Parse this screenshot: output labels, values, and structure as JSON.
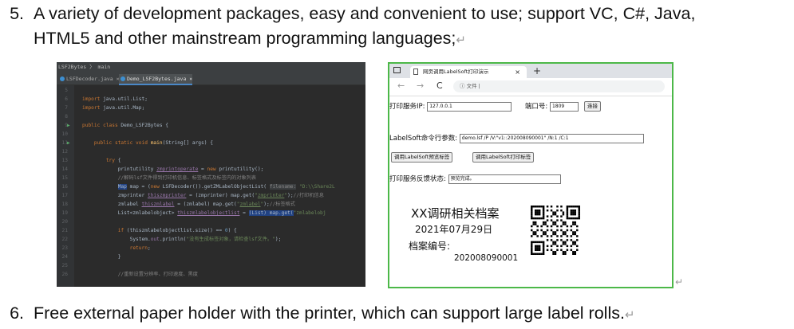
{
  "item5": {
    "number": "5.",
    "line1": "A variety of development packages, easy and convenient to use; support VC, C#, Java,",
    "line2": "HTML5 and other mainstream programming languages;"
  },
  "item6": {
    "number": "6.",
    "line1": "Free external paper holder with the printer, which can support large label rolls."
  },
  "return_mark": "↵",
  "ide": {
    "breadcrumb": "LSF2Bytes 〉 main",
    "tabs": [
      "LSFDecoder.java",
      "Demo_LSF2Bytes.java"
    ],
    "tab_close": "×",
    "lines": [
      {
        "n": "5",
        "html": ""
      },
      {
        "n": "6",
        "html": "<span class='kw'>import</span> java.util.List;"
      },
      {
        "n": "7",
        "html": "<span class='kw'>import</span> java.util.Map;"
      },
      {
        "n": "8",
        "html": ""
      },
      {
        "n": "9",
        "html": "<span class='kw'>public class</span> Demo_LSF2Bytes {",
        "run": true
      },
      {
        "n": "10",
        "html": ""
      },
      {
        "n": "11",
        "html": "    <span class='kw'>public static void</span> <span class='fn'>main</span>(String[] args) {",
        "run": true
      },
      {
        "n": "12",
        "html": ""
      },
      {
        "n": "13",
        "html": "        <span class='kw'>try</span> {"
      },
      {
        "n": "14",
        "html": "            printutility <u class='fld'>zmprintoperate</u> = <span class='kw'>new</span> printutility();"
      },
      {
        "n": "15",
        "html": "            <span class='cm'>//解码lsf文件得到打印机信息、标签格式及标签内的对象列表</span>"
      },
      {
        "n": "16",
        "html": "            <span class='hl'>Map</span> map = (<span class='kw'>new</span> LSFDecoder()).getZMLabelObjectList( <span class='hint'>filename:</span> <span class='str'>\"D:\\\\Share2L</span>"
      },
      {
        "n": "17",
        "html": "            zmprinter <u class='fld'>thiszmprinter</u> = (zmprinter) map.get(<span class='str'>\"<u>zmprinter</u>\"</span>);<span class='cm'>//打印机信息</span>"
      },
      {
        "n": "18",
        "html": "            zmlabel <u class='fld'>thiszmlabel</u> = (zmlabel) map.get(<span class='str'>\"<u>zmlabel</u>\"</span>);<span class='cm'>//标签格式</span>"
      },
      {
        "n": "19",
        "html": "            List&lt;zmlabelobject&gt; <u class='fld'>thiszmlabelobjectlist</u> = <span class='hl'>(List) map.get(</span><span class='str'>\"zmlabelobj</span>"
      },
      {
        "n": "20",
        "html": ""
      },
      {
        "n": "21",
        "html": "            <span class='kw'>if</span> (thiszmlabelobjectlist.size() == <span style='color:#6897bb'>0</span>) {"
      },
      {
        "n": "22",
        "html": "                System.<span class='fld'>out</span>.println(<span class='str'>\"没有生成标签对象，请检查lsf文件。\"</span>);"
      },
      {
        "n": "23",
        "html": "                <span class='kw'>return</span>;"
      },
      {
        "n": "24",
        "html": "            }"
      },
      {
        "n": "25",
        "html": ""
      },
      {
        "n": "26",
        "html": "            <span class='cm'>//重新设置分辨率、打印速度、黑度</span>"
      }
    ]
  },
  "browser": {
    "tab_title": "网页调用LabelSoft打印演示",
    "tab_close": "×",
    "new_tab": "+",
    "nav_back": "←",
    "nav_forward": "→",
    "nav_reload": "C",
    "url_label": "ⓘ 文件 |",
    "ip_label": "打印服务IP:",
    "ip_value": "127.0.0.1",
    "port_label": "端口号:",
    "port_value": "1809",
    "connect_button": "连接",
    "cmd_label": "LabelSoft命令行参数:",
    "cmd_value": "demo.lsf /P /V:\"v1::202008090001\" /N:1 /C:1",
    "preview_button": "调用LabelSoft预览标签",
    "print_button": "调用LabelSoft打印标签",
    "status_label": "打印服务反馈状态:",
    "status_value": "预览完成。",
    "label_title": "XX调研相关档案",
    "label_date": "2021年07月29日",
    "label_archive": "档案编号:",
    "label_number": "202008090001"
  }
}
